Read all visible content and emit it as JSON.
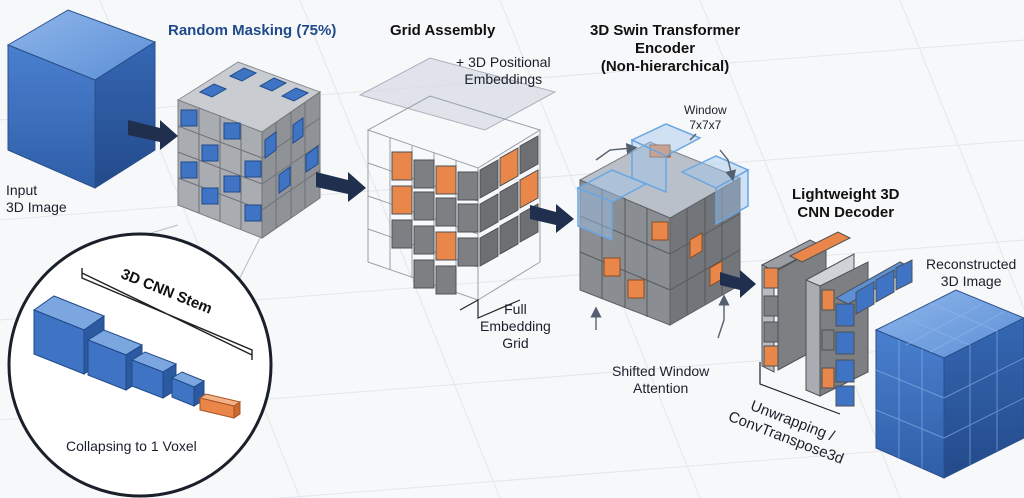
{
  "labels": {
    "input": "Input\n3D Image",
    "random_masking": "Random Masking (75%)",
    "grid_assembly": "Grid Assembly",
    "pos_embed": "+ 3D Positional\nEmbeddings",
    "full_grid": "Full\nEmbedding\nGrid",
    "swin_title": "3D Swin Transformer\nEncoder\n(Non-hierarchical)",
    "window": "Window\n7x7x7",
    "shifted": "Shifted Window\nAttention",
    "decoder_title": "Lightweight 3D\nCNN Decoder",
    "reconstructed": "Reconstructed\n3D Image",
    "unwrapping": "Unwrapping /\nConvTranspose3d",
    "cnn_stem": "3D CNN Stem",
    "collapsing": "Collapsing to 1 Voxel"
  },
  "colors": {
    "blue": "#3f74c4",
    "orange": "#e9864a",
    "gray": "#7d7f83",
    "glass": "#9fc6ee"
  }
}
